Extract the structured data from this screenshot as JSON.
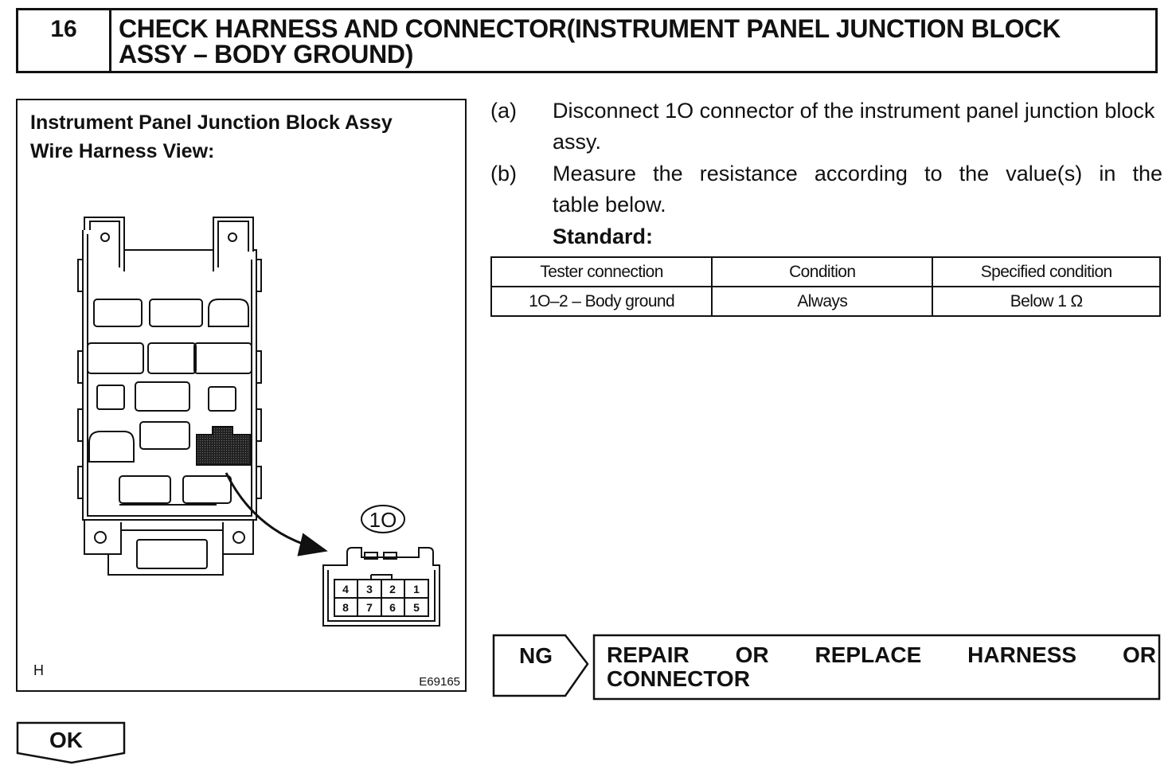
{
  "step": {
    "number": "16",
    "title_line1": "CHECK HARNESS AND CONNECTOR(INSTRUMENT PANEL JUNCTION BLOCK",
    "title_line2": "ASSY – BODY GROUND)"
  },
  "figure": {
    "caption_line1": "Instrument Panel Junction Block Assy",
    "caption_line2": "Wire Harness View:",
    "connector_code": "1O",
    "pins_top": [
      "4",
      "3",
      "2",
      "1"
    ],
    "pins_bottom": [
      "8",
      "7",
      "6",
      "5"
    ],
    "corner_letter": "H",
    "figure_code": "E69165"
  },
  "instructions": {
    "a_label": "(a)",
    "a_text": "Disconnect 1O connector of the instrument panel junction block assy.",
    "b_label": "(b)",
    "b_text_line1": "Measure the resistance according to the value(s) in the",
    "b_text_line2": "table below.",
    "standard_label": "Standard:"
  },
  "table": {
    "headers": [
      "Tester connection",
      "Condition",
      "Specified condition"
    ],
    "row": [
      "1O–2 – Body ground",
      "Always",
      "Below 1 Ω"
    ]
  },
  "ng": {
    "label": "NG",
    "action_line1": "REPAIR OR REPLACE HARNESS OR",
    "action_line2": "CONNECTOR"
  },
  "ok": {
    "label": "OK"
  }
}
